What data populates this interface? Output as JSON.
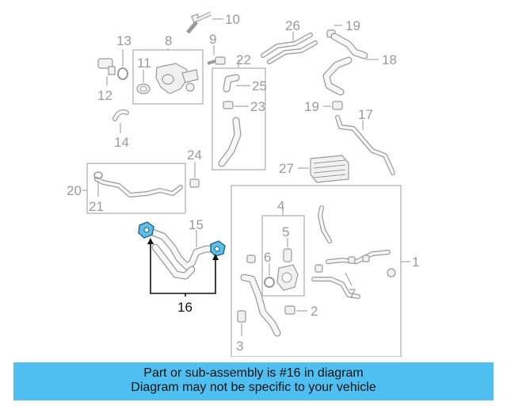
{
  "diagram": {
    "callouts": {
      "c1": "1",
      "c2": "2",
      "c3": "3",
      "c4": "4",
      "c5": "5",
      "c6": "6",
      "c7": "7",
      "c8": "8",
      "c9": "9",
      "c10": "10",
      "c11": "11",
      "c12": "12",
      "c13": "13",
      "c14": "14",
      "c15": "15",
      "c16": "16",
      "c17": "17",
      "c18": "18",
      "c19a": "19",
      "c19b": "19",
      "c20": "20",
      "c21": "21",
      "c22": "22",
      "c23": "23",
      "c24": "24",
      "c25": "25",
      "c26": "26",
      "c27": "27"
    },
    "highlight_color": "#5bc0e8"
  },
  "banner": {
    "line1": "Part or sub-assembly is #16 in diagram",
    "line2": "Diagram may not be specific to your vehicle",
    "background": "#4fbef0"
  }
}
